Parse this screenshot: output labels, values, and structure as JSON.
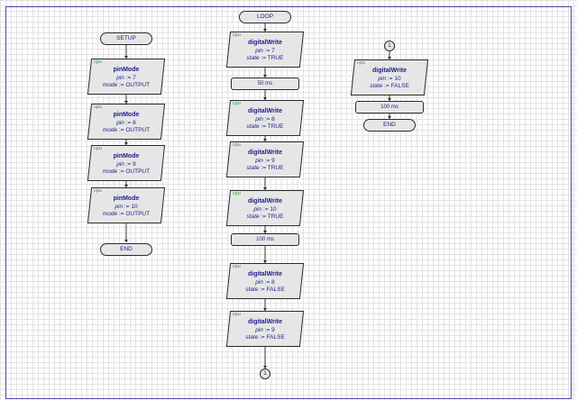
{
  "setup": {
    "start_label": "SETUP",
    "blocks": [
      {
        "tag": "cpu",
        "name": "pinMode",
        "args": [
          {
            "key": "pin",
            "op": ":=",
            "val": "7"
          },
          {
            "key": "mode",
            "op": ":=",
            "val": "OUTPUT"
          }
        ]
      },
      {
        "tag": "cpu",
        "name": "pinMode",
        "args": [
          {
            "key": "pin",
            "op": ":=",
            "val": "8"
          },
          {
            "key": "mode",
            "op": ":=",
            "val": "OUTPUT"
          }
        ]
      },
      {
        "tag": "cpu",
        "name": "pinMode",
        "args": [
          {
            "key": "pin",
            "op": ":=",
            "val": "9"
          },
          {
            "key": "mode",
            "op": ":=",
            "val": "OUTPUT"
          }
        ]
      },
      {
        "tag": "cpu",
        "name": "pinMode",
        "args": [
          {
            "key": "pin",
            "op": ":=",
            "val": "10"
          },
          {
            "key": "mode",
            "op": ":=",
            "val": "OUTPUT"
          }
        ]
      }
    ],
    "end_label": "END"
  },
  "loop": {
    "start_label": "LOOP",
    "blocks": [
      {
        "tag": "cpu",
        "name": "digitalWrite",
        "args": [
          {
            "key": "pin",
            "op": ":=",
            "val": "7"
          },
          {
            "key": "state",
            "op": ":=",
            "val": "TRUE"
          }
        ]
      },
      {
        "tag": "cpu",
        "name": "digitalWrite",
        "args": [
          {
            "key": "pin",
            "op": ":=",
            "val": "8"
          },
          {
            "key": "state",
            "op": ":=",
            "val": "TRUE"
          }
        ]
      },
      {
        "tag": "cpu",
        "name": "digitalWrite",
        "args": [
          {
            "key": "pin",
            "op": ":=",
            "val": "9"
          },
          {
            "key": "state",
            "op": ":=",
            "val": "TRUE"
          }
        ]
      },
      {
        "tag": "cpu",
        "name": "digitalWrite",
        "args": [
          {
            "key": "pin",
            "op": ":=",
            "val": "10"
          },
          {
            "key": "state",
            "op": ":=",
            "val": "TRUE"
          }
        ]
      },
      {
        "tag": "cpu",
        "name": "digitalWrite",
        "args": [
          {
            "key": "pin",
            "op": ":=",
            "val": "8"
          },
          {
            "key": "state",
            "op": ":=",
            "val": "FALSE"
          }
        ]
      },
      {
        "tag": "cpu",
        "name": "digitalWrite",
        "args": [
          {
            "key": "pin",
            "op": ":=",
            "val": "9"
          },
          {
            "key": "state",
            "op": ":=",
            "val": "FALSE"
          }
        ]
      }
    ],
    "delays": [
      "50 ms",
      "100 ms"
    ],
    "connector_label": "1"
  },
  "cont": {
    "connector_label": "1",
    "block": {
      "tag": "cpu",
      "name": "digitalWrite",
      "args": [
        {
          "key": "pin",
          "op": ":=",
          "val": "10"
        },
        {
          "key": "state",
          "op": ":=",
          "val": "FALSE"
        }
      ]
    },
    "delay": "100 ms",
    "end_label": "END"
  }
}
